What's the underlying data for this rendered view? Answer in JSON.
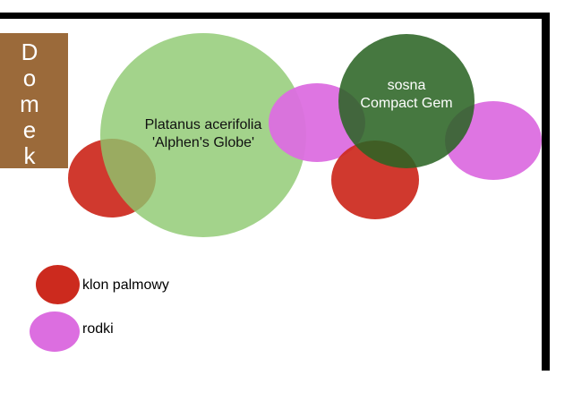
{
  "domek": {
    "letters": [
      "D",
      "o",
      "m",
      "e",
      "k"
    ]
  },
  "plants": {
    "platanus": {
      "line1": "Platanus acerifolia",
      "line2": "'Alphen's Globe'"
    },
    "sosna": {
      "line1": "sosna",
      "line2": "Compact Gem"
    }
  },
  "legend": {
    "klon": "klon palmowy",
    "rodki": "rodki"
  },
  "colors": {
    "klon": "#cc2a1e",
    "rodki": "#dc6ee0",
    "platanus": "#9dcf86",
    "sosna": "#3c6e33",
    "domek": "#9b6a3a",
    "border": "#000000"
  }
}
